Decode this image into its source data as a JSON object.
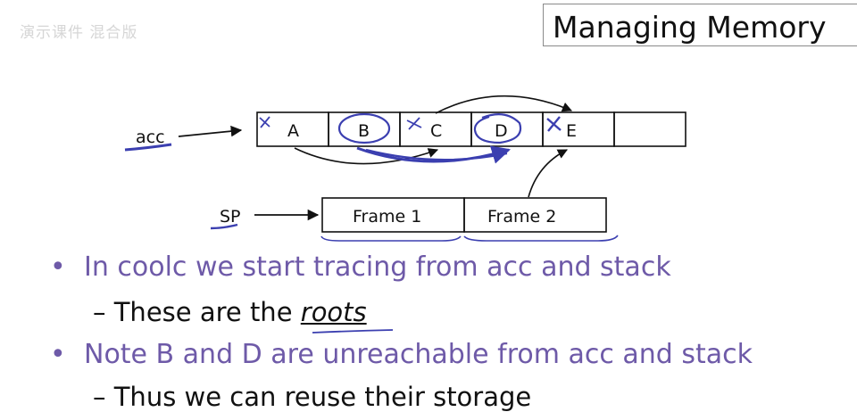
{
  "watermark": "演示课件 混合版",
  "slide": {
    "title": "Managing Memory"
  },
  "diagram": {
    "acc_label": "acc",
    "sp_label": "SP",
    "heap_cells": [
      "A",
      "B",
      "C",
      "D",
      "E",
      ""
    ],
    "stack_frames": [
      "Frame 1",
      "Frame 2"
    ]
  },
  "bullets": [
    {
      "text": "In coolc we start tracing from acc and stack",
      "sub": {
        "pre": "These are the ",
        "em": "roots",
        "post": ""
      }
    },
    {
      "text": "Note B and D are unreachable from acc and stack",
      "sub": {
        "pre": "Thus we can reuse their storage",
        "em": "",
        "post": ""
      }
    }
  ],
  "colors": {
    "accent": "#6e5aa8",
    "ink": "#111111",
    "annotation": "#3b3fb0"
  }
}
